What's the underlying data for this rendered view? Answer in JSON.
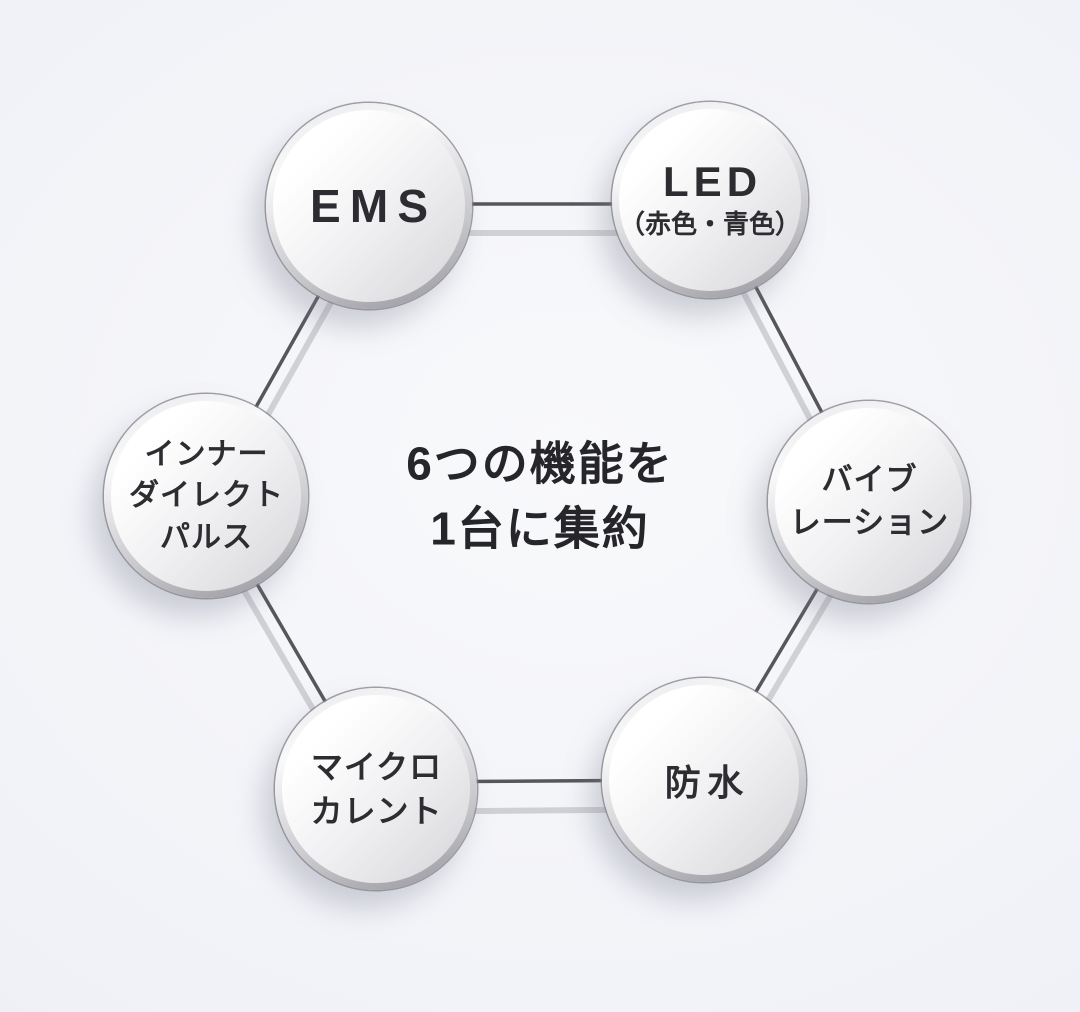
{
  "title": {
    "line1": "6つの機能を",
    "line2": "1台に集約"
  },
  "nodes": [
    {
      "id": "ems",
      "lines": [
        "EMS"
      ]
    },
    {
      "id": "led",
      "lines": [
        "LED",
        "（赤色・青色）"
      ]
    },
    {
      "id": "vibration",
      "lines": [
        "バイブ",
        "レーション"
      ]
    },
    {
      "id": "waterproof",
      "lines": [
        "防水"
      ]
    },
    {
      "id": "microcurrent",
      "lines": [
        "マイクロ",
        "カレント"
      ]
    },
    {
      "id": "inner-direct-pulse",
      "lines": [
        "インナー",
        "ダイレクト",
        "パルス"
      ]
    }
  ],
  "colors": {
    "background_edge": "#e9ecf3",
    "background_center": "#f8f9fb",
    "wire_dark": "#56565b",
    "wire_shadow": "#c7c8cc",
    "ring_silver": "#b9b9be",
    "text": "#2d2d31"
  }
}
